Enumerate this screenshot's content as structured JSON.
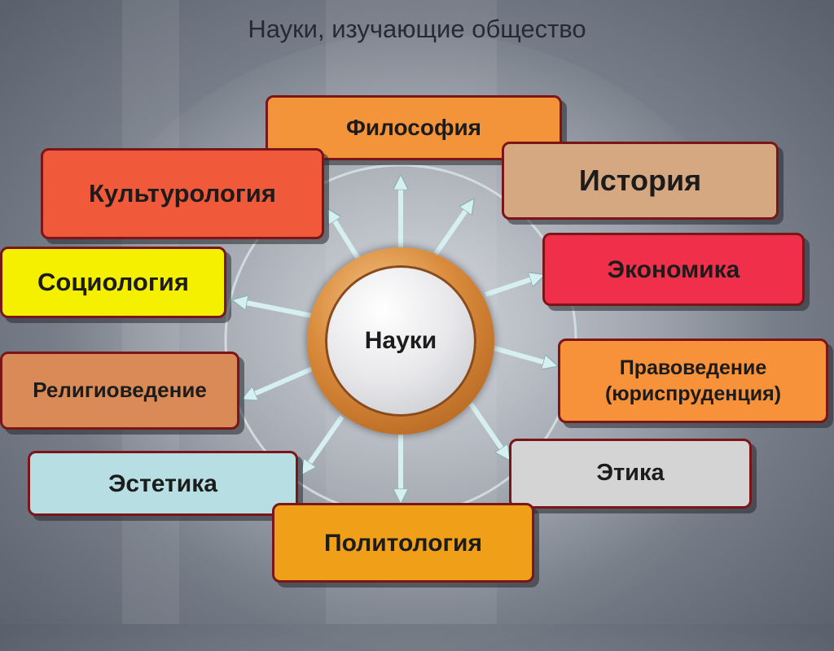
{
  "title": "Науки, изучающие общество",
  "center": {
    "label": "Науки"
  },
  "nodes": [
    {
      "id": "philosophy",
      "label": "Философия",
      "color": "#f4943a"
    },
    {
      "id": "history",
      "label": "История",
      "color": "#d6a882"
    },
    {
      "id": "culturology",
      "label": "Культурология",
      "color": "#f05a3a"
    },
    {
      "id": "economics",
      "label": "Экономика",
      "color": "#f0304a"
    },
    {
      "id": "sociology",
      "label": "Социология",
      "color": "#f5ef00"
    },
    {
      "id": "law",
      "label": "Правоведение\n(юриспруденция)",
      "color": "#f7913a"
    },
    {
      "id": "religious-studies",
      "label": "Религиоведение",
      "color": "#d98a56"
    },
    {
      "id": "ethics",
      "label": "Этика",
      "color": "#d4d4d4"
    },
    {
      "id": "aesthetics",
      "label": "Эстетика",
      "color": "#b7dfe3"
    },
    {
      "id": "political-science",
      "label": "Политология",
      "color": "#f0a018"
    }
  ]
}
